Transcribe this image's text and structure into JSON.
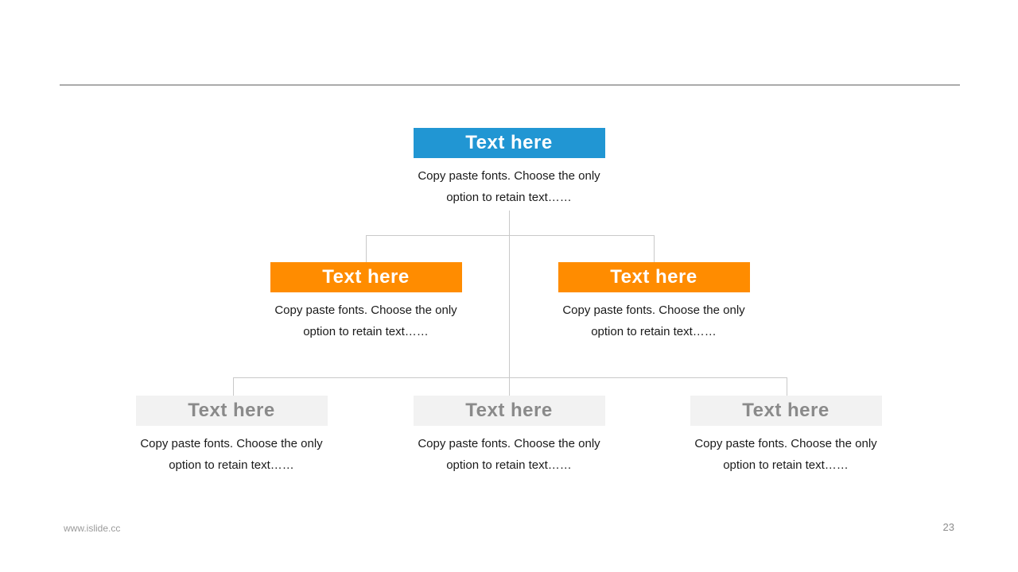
{
  "slide": {
    "background": "#ffffff",
    "divider_color": "#ababab",
    "connector_color": "#c9c9c9"
  },
  "colors": {
    "level1_fill": "#2196d3",
    "level2_fill": "#ff8c00",
    "level3_fill": "#f2f2f2",
    "level1_text": "#ffffff",
    "level2_text": "#ffffff",
    "level3_text": "#8a8a8a",
    "body_text": "#1a1a1a"
  },
  "org_chart": {
    "nodes": [
      {
        "level": 1,
        "title": "Text here",
        "desc_line1": "Copy paste fonts. Choose the only",
        "desc_line2": "option to retain text……"
      },
      {
        "level": 2,
        "title": "Text here",
        "desc_line1": "Copy paste fonts. Choose the only",
        "desc_line2": "option to retain text……"
      },
      {
        "level": 2,
        "title": "Text here",
        "desc_line1": "Copy paste fonts. Choose the only",
        "desc_line2": "option to retain text……"
      },
      {
        "level": 3,
        "title": "Text here",
        "desc_line1": "Copy paste fonts. Choose the only",
        "desc_line2": "option to retain text……"
      },
      {
        "level": 3,
        "title": "Text here",
        "desc_line1": "Copy paste fonts. Choose the only",
        "desc_line2": "option to retain text……"
      },
      {
        "level": 3,
        "title": "Text here",
        "desc_line1": "Copy paste fonts. Choose the only",
        "desc_line2": "option to retain text……"
      }
    ]
  },
  "footer": {
    "website": "www.islide.cc",
    "page_number": "23"
  }
}
